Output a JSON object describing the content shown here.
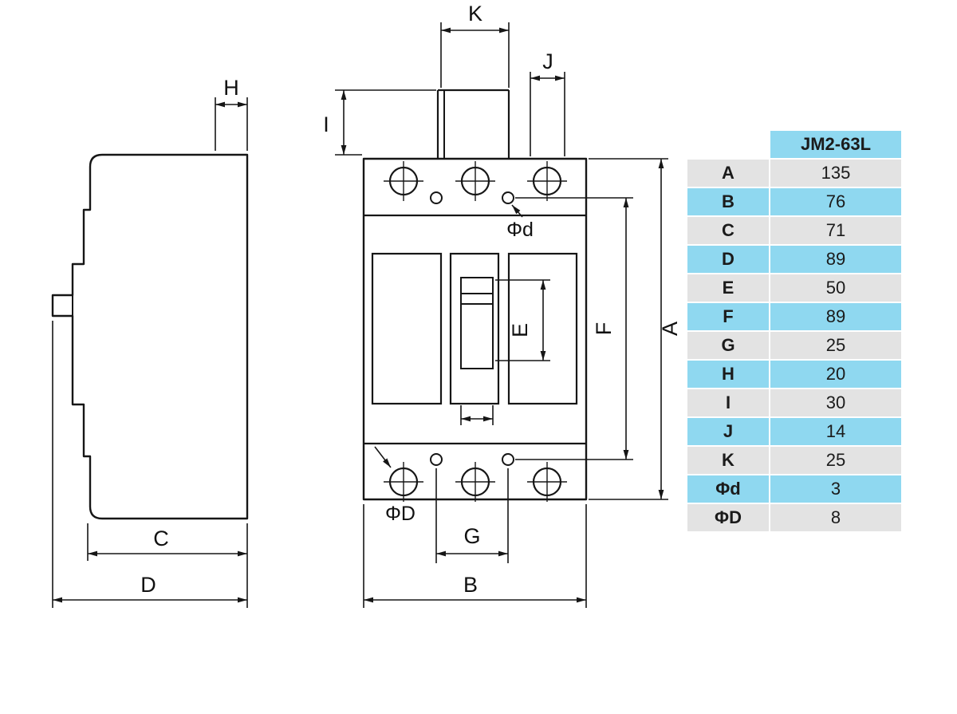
{
  "colors": {
    "accent": "#8FD8F0",
    "rowgray": "#E3E3E3",
    "line": "#161616"
  },
  "diagram": {
    "labels": {
      "H": "H",
      "C": "C",
      "D": "D",
      "K": "K",
      "J": "J",
      "I": "I",
      "E": "E",
      "F": "F",
      "A": "A",
      "G": "G",
      "B": "B",
      "phi_d": "Φd",
      "phi_D": "ΦD"
    }
  },
  "table": {
    "header": "JM2-63L",
    "rows": [
      {
        "label": "A",
        "value": "135"
      },
      {
        "label": "B",
        "value": "76"
      },
      {
        "label": "C",
        "value": "71"
      },
      {
        "label": "D",
        "value": "89"
      },
      {
        "label": "E",
        "value": "50"
      },
      {
        "label": "F",
        "value": "89"
      },
      {
        "label": "G",
        "value": "25"
      },
      {
        "label": "H",
        "value": "20"
      },
      {
        "label": "I",
        "value": "30"
      },
      {
        "label": "J",
        "value": "14"
      },
      {
        "label": "K",
        "value": "25"
      },
      {
        "label": "Φd",
        "value": "3"
      },
      {
        "label": "ΦD",
        "value": "8"
      }
    ]
  }
}
